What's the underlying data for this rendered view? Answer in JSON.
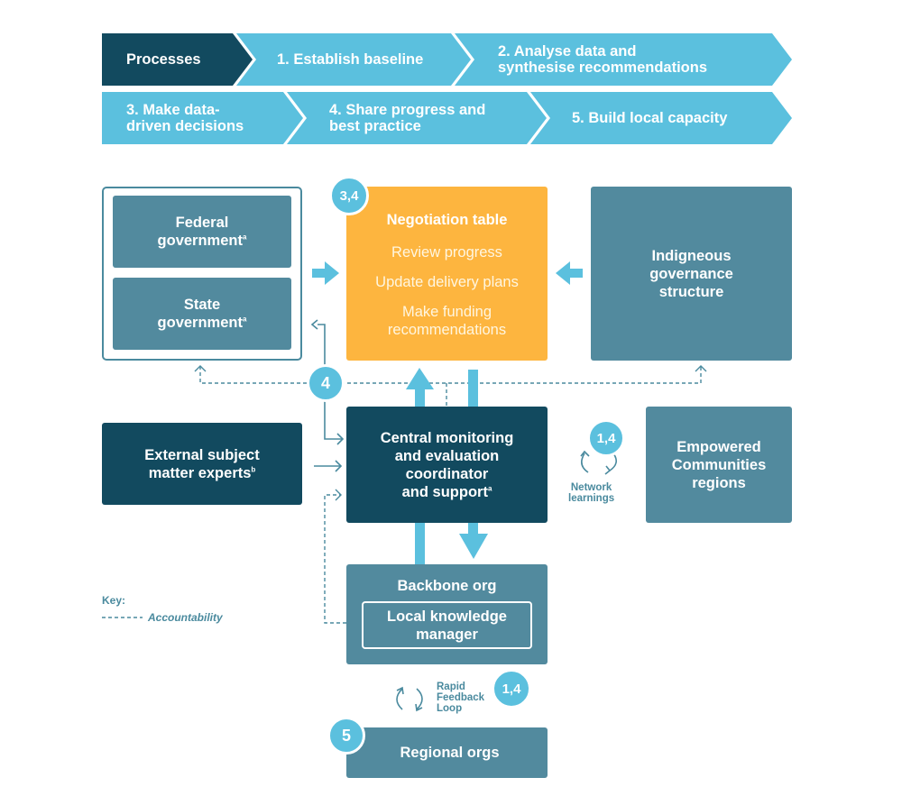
{
  "processes": {
    "label": "Processes",
    "steps": [
      "1. Establish baseline",
      "2. Analyse data and\nsynthesise recommendations",
      "3. Make data-\ndriven decisions",
      "4. Share progress and\nbest practice",
      "5. Build local capacity"
    ]
  },
  "boxes": {
    "federal": "Federal\ngovernment",
    "state": "State\ngovernment",
    "negotiation_title": "Negotiation table",
    "negotiation_items": [
      "Review progress",
      "Update delivery plans",
      "Make funding\nrecommendations"
    ],
    "indigenous": "Indigneous\ngovernance\nstructure",
    "experts": "External subject\nmatter experts",
    "central": "Central monitoring\nand evaluation\ncoordinator\nand support",
    "empowered": "Empowered\nCommunities\nregions",
    "backbone": "Backbone org",
    "local_manager": "Local knowledge\nmanager",
    "regional": "Regional orgs"
  },
  "superscripts": {
    "a": "a",
    "b": "b"
  },
  "badges": {
    "negotiation": "3,4",
    "accountability": "4",
    "network": "1,4",
    "rapid": "1,4",
    "regional": "5"
  },
  "labels": {
    "network": "Network\nlearnings",
    "rapid": "Rapid\nFeedback\nLoop",
    "key_title": "Key:",
    "key_accountability": "Accountability"
  },
  "colors": {
    "dark": "#124a5f",
    "mid": "#528a9e",
    "light": "#5bc0de",
    "orange": "#fdb53f",
    "border": "#4a8a9e"
  }
}
